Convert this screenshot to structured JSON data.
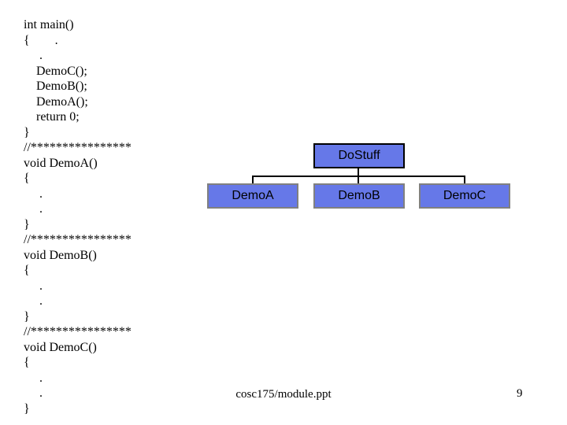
{
  "theme": {
    "background": "#ffffff",
    "text": "#000000",
    "box_fill": "#6678e8",
    "root_border": "#000000",
    "child_border": "#808080",
    "connector": "#000000"
  },
  "slide": {
    "code_lines": [
      "int main()",
      "{        .",
      "     .",
      "    DemoC();",
      "    DemoB();",
      "    DemoA();",
      "    return 0;",
      "}",
      "//****************",
      "void DemoA()",
      "{",
      "     .",
      "     .",
      "}",
      "//****************",
      "void DemoB()",
      "{",
      "     .",
      "     .",
      "}",
      "//****************",
      "void DemoC()",
      "{",
      "     .",
      "     .",
      "}"
    ],
    "diagram": {
      "root": {
        "label": "DoStuff"
      },
      "children": [
        {
          "label": "DemoA"
        },
        {
          "label": "DemoB"
        },
        {
          "label": "DemoC"
        }
      ]
    },
    "footer": {
      "text": "cosc175/module.ppt",
      "page_number": "9"
    }
  }
}
